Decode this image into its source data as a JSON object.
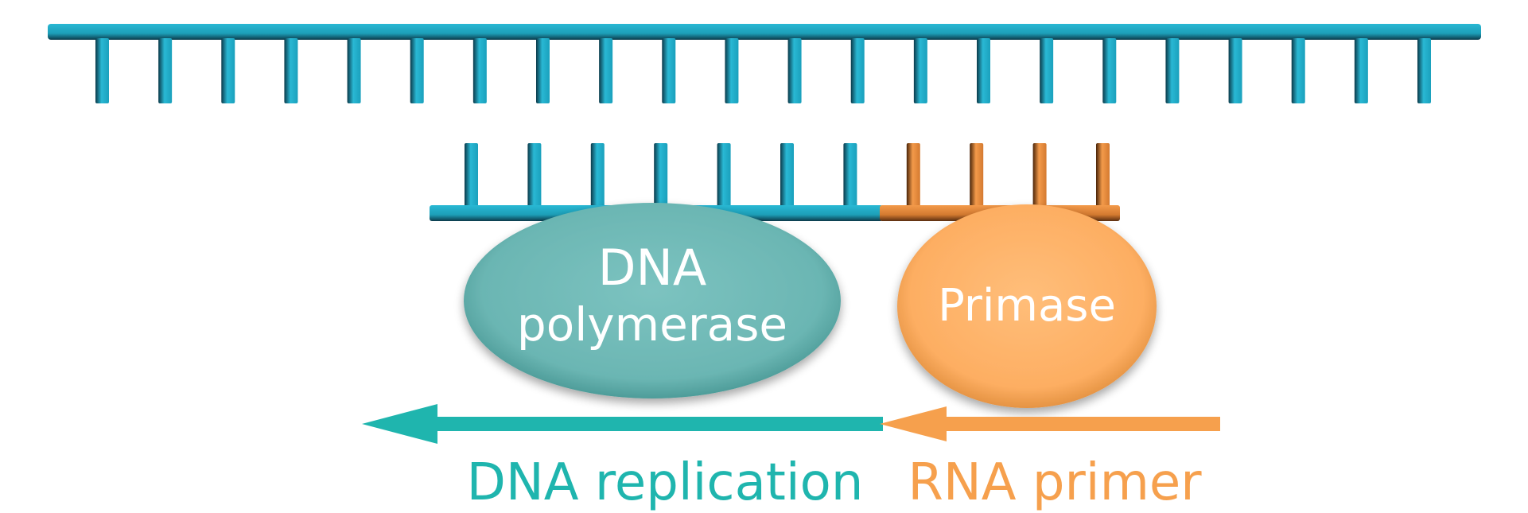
{
  "colors": {
    "dna": "#29b8d4",
    "dna_edge": "#0b3a4a",
    "rna": "#f39a4a",
    "rna_edge": "#5a2e10",
    "polymerase": "#6bb6b3",
    "primase": "#fdae62",
    "dna_arrow": "#1fb5ae",
    "rna_arrow": "#f6a04d"
  },
  "template_strand": {
    "tooth_count": 22
  },
  "new_strand": {
    "dna_teeth": 7,
    "rna_teeth": 4
  },
  "enzymes": {
    "polymerase": {
      "line1": "DNA",
      "line2": "polymerase"
    },
    "primase": {
      "label": "Primase"
    }
  },
  "captions": {
    "dna": "DNA replication",
    "rna": "RNA primer"
  }
}
